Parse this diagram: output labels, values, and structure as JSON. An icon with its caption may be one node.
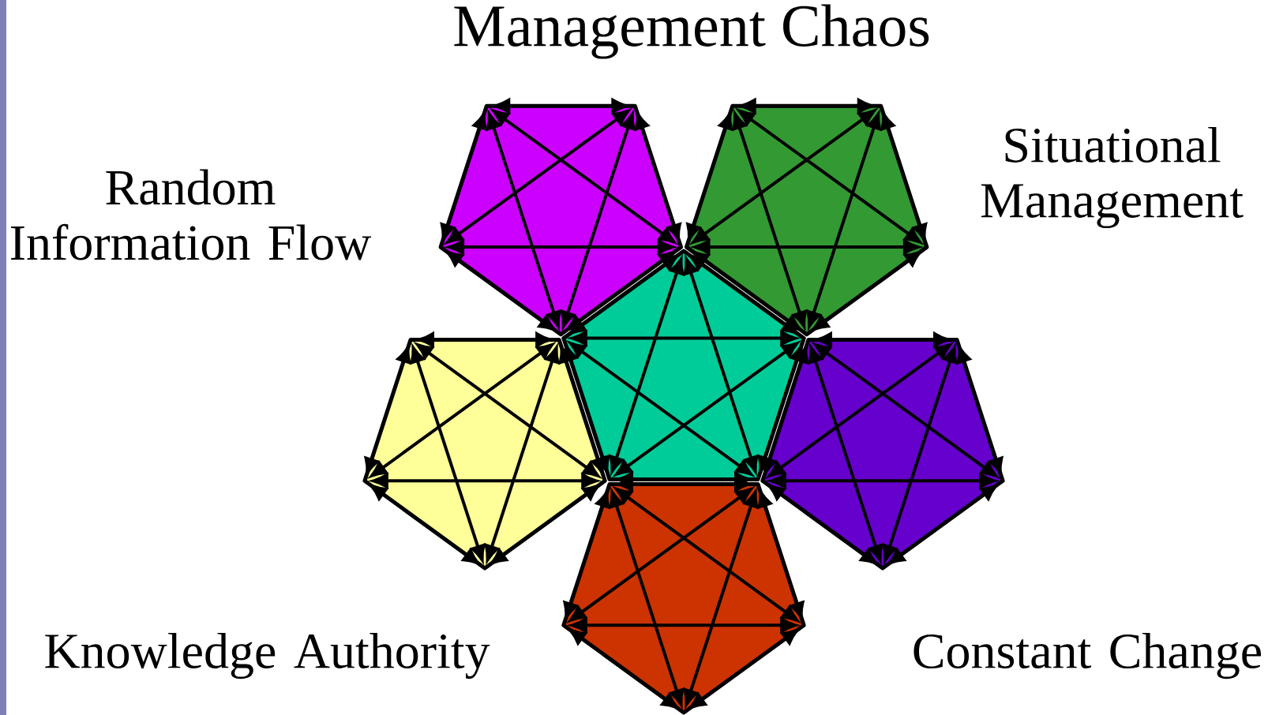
{
  "diagram": {
    "title": "Management Chaos",
    "labels": [
      "Random Information Flow",
      "Situational Management",
      "Knowledge Authority",
      "Constant Change"
    ]
  }
}
